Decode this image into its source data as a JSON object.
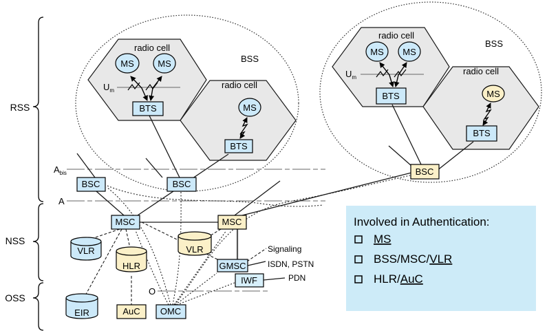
{
  "layers": {
    "rss": "RSS",
    "nss": "NSS",
    "oss": "OSS"
  },
  "interfaces": {
    "um": {
      "base": "U",
      "sub": "m"
    },
    "abis": {
      "base": "A",
      "sub": "bis"
    },
    "a": "A",
    "o": "O"
  },
  "bss_left": {
    "label": "BSS",
    "cell1_label": "radio cell",
    "cell2_label": "radio cell",
    "ms1": "MS",
    "ms2": "MS",
    "ms3": "MS",
    "bts1": "BTS",
    "bts2": "BTS",
    "bsc1": "BSC",
    "bsc2": "BSC"
  },
  "bss_right": {
    "label": "BSS",
    "cell1_label": "radio cell",
    "cell2_label": "radio cell",
    "ms1": "MS",
    "ms2": "MS",
    "ms3": "MS",
    "bts1": "BTS",
    "bts2": "BTS",
    "bsc": "BSC"
  },
  "nss": {
    "msc1": "MSC",
    "msc2": "MSC",
    "vlr1": "VLR",
    "vlr2": "VLR",
    "hlr": "HLR",
    "gmsc": "GMSC",
    "iwf": "IWF"
  },
  "oss": {
    "eir": "EIR",
    "auc": "AuC",
    "omc": "OMC"
  },
  "external": {
    "signaling": "Signaling",
    "isdn_pstn": "ISDN, PSTN",
    "pdn": "PDN"
  },
  "infobox": {
    "title": "Involved in Authentication:",
    "items": [
      {
        "prefix": "",
        "underlined": "MS"
      },
      {
        "prefix": "BSS/MSC/",
        "underlined": "VLR"
      },
      {
        "prefix": "HLR/",
        "underlined": "AuC"
      }
    ]
  },
  "colors": {
    "node_blue": "#CCE9F9",
    "node_yellow": "#FBF0C8",
    "cell_gray": "#E8E8E8",
    "infobox_blue": "#CDEBF8",
    "iwf_blue": "#D8F0FB"
  }
}
